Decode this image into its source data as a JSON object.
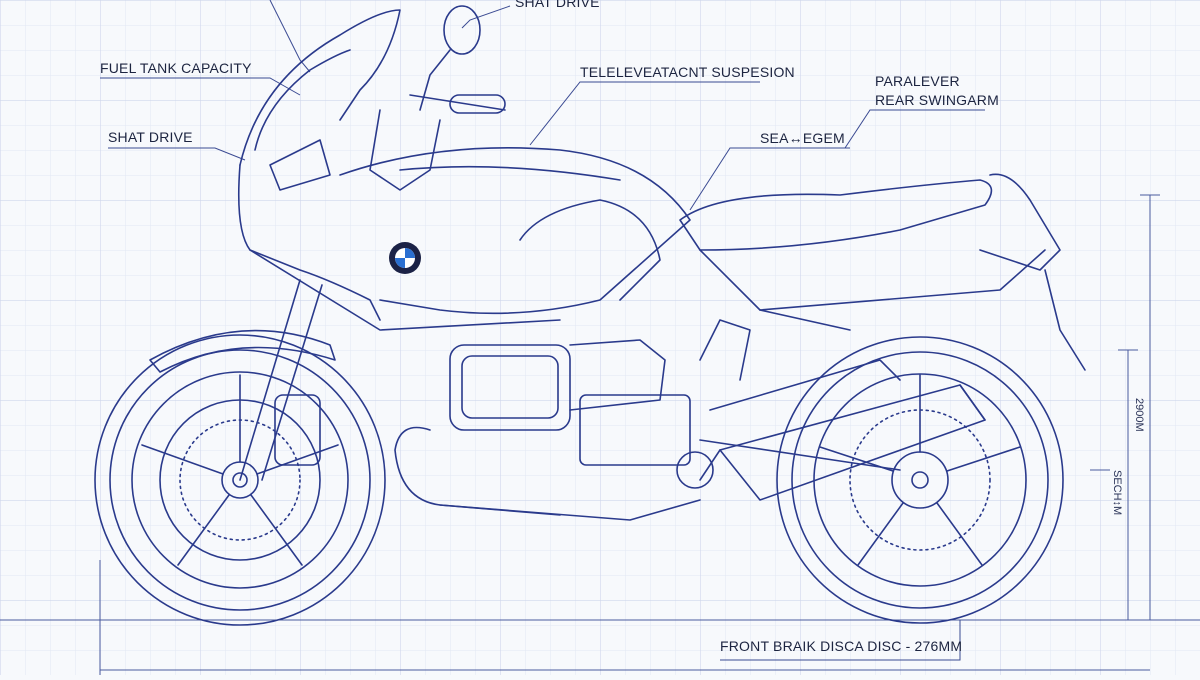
{
  "labels": {
    "top_center": "SHAT DRIVE",
    "fuel_tank": "FUEL TANK CAPACITY",
    "shaft_drive_left": "SHAT DRIVE",
    "telelever": "TELELEVEATACNT SUSPESION",
    "paralever_line1": "PARALEVER",
    "paralever_line2": "REAR SWINGARM",
    "seat_height": "SEA↔EGEM",
    "front_brake": "FRONT BRAIK DISCA DISC - 276MM"
  },
  "dimensions": {
    "overall_height": "2900M",
    "seat_dimension": "SECH↕M"
  },
  "colors": {
    "ink": "#2a3a8c",
    "grid_minor": "#dfe5f2",
    "grid_major": "#c9d2ea",
    "label_ink": "#1c2440",
    "leader": "#3a4a92"
  },
  "icons": {
    "logo": "bmw-roundel"
  }
}
